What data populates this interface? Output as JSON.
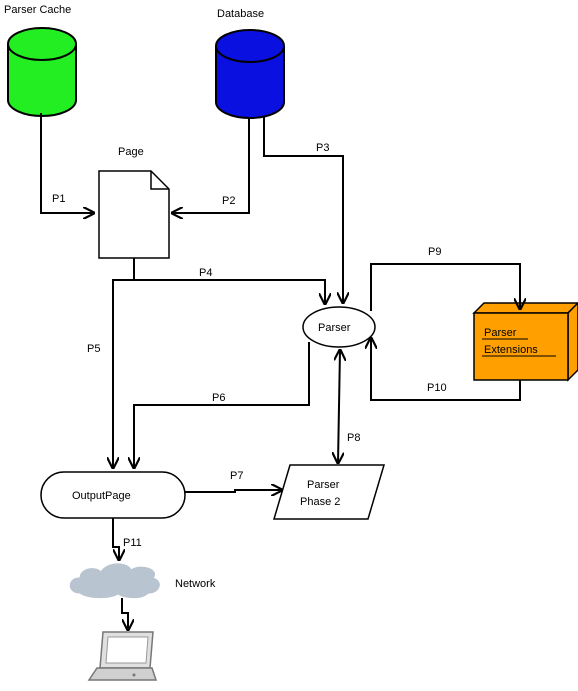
{
  "nodes": {
    "parser_cache": {
      "label": "Parser Cache",
      "color": "#22ee22"
    },
    "database": {
      "label": "Database",
      "color": "#0a10e0"
    },
    "page": {
      "label": "Page"
    },
    "parser": {
      "label": "Parser"
    },
    "parser_extensions": {
      "line1": "Parser",
      "line2": "Extensions",
      "color": "#ffa000"
    },
    "output_page": {
      "label": "OutputPage"
    },
    "parser_phase2": {
      "line1": "Parser",
      "line2": "Phase 2"
    },
    "network": {
      "label": "Network",
      "color": "#b8c4d0"
    }
  },
  "edges": {
    "p1": "P1",
    "p2": "P2",
    "p3": "P3",
    "p4": "P4",
    "p5": "P5",
    "p6": "P6",
    "p7": "P7",
    "p8": "P8",
    "p9": "P9",
    "p10": "P10",
    "p11": "P11"
  }
}
